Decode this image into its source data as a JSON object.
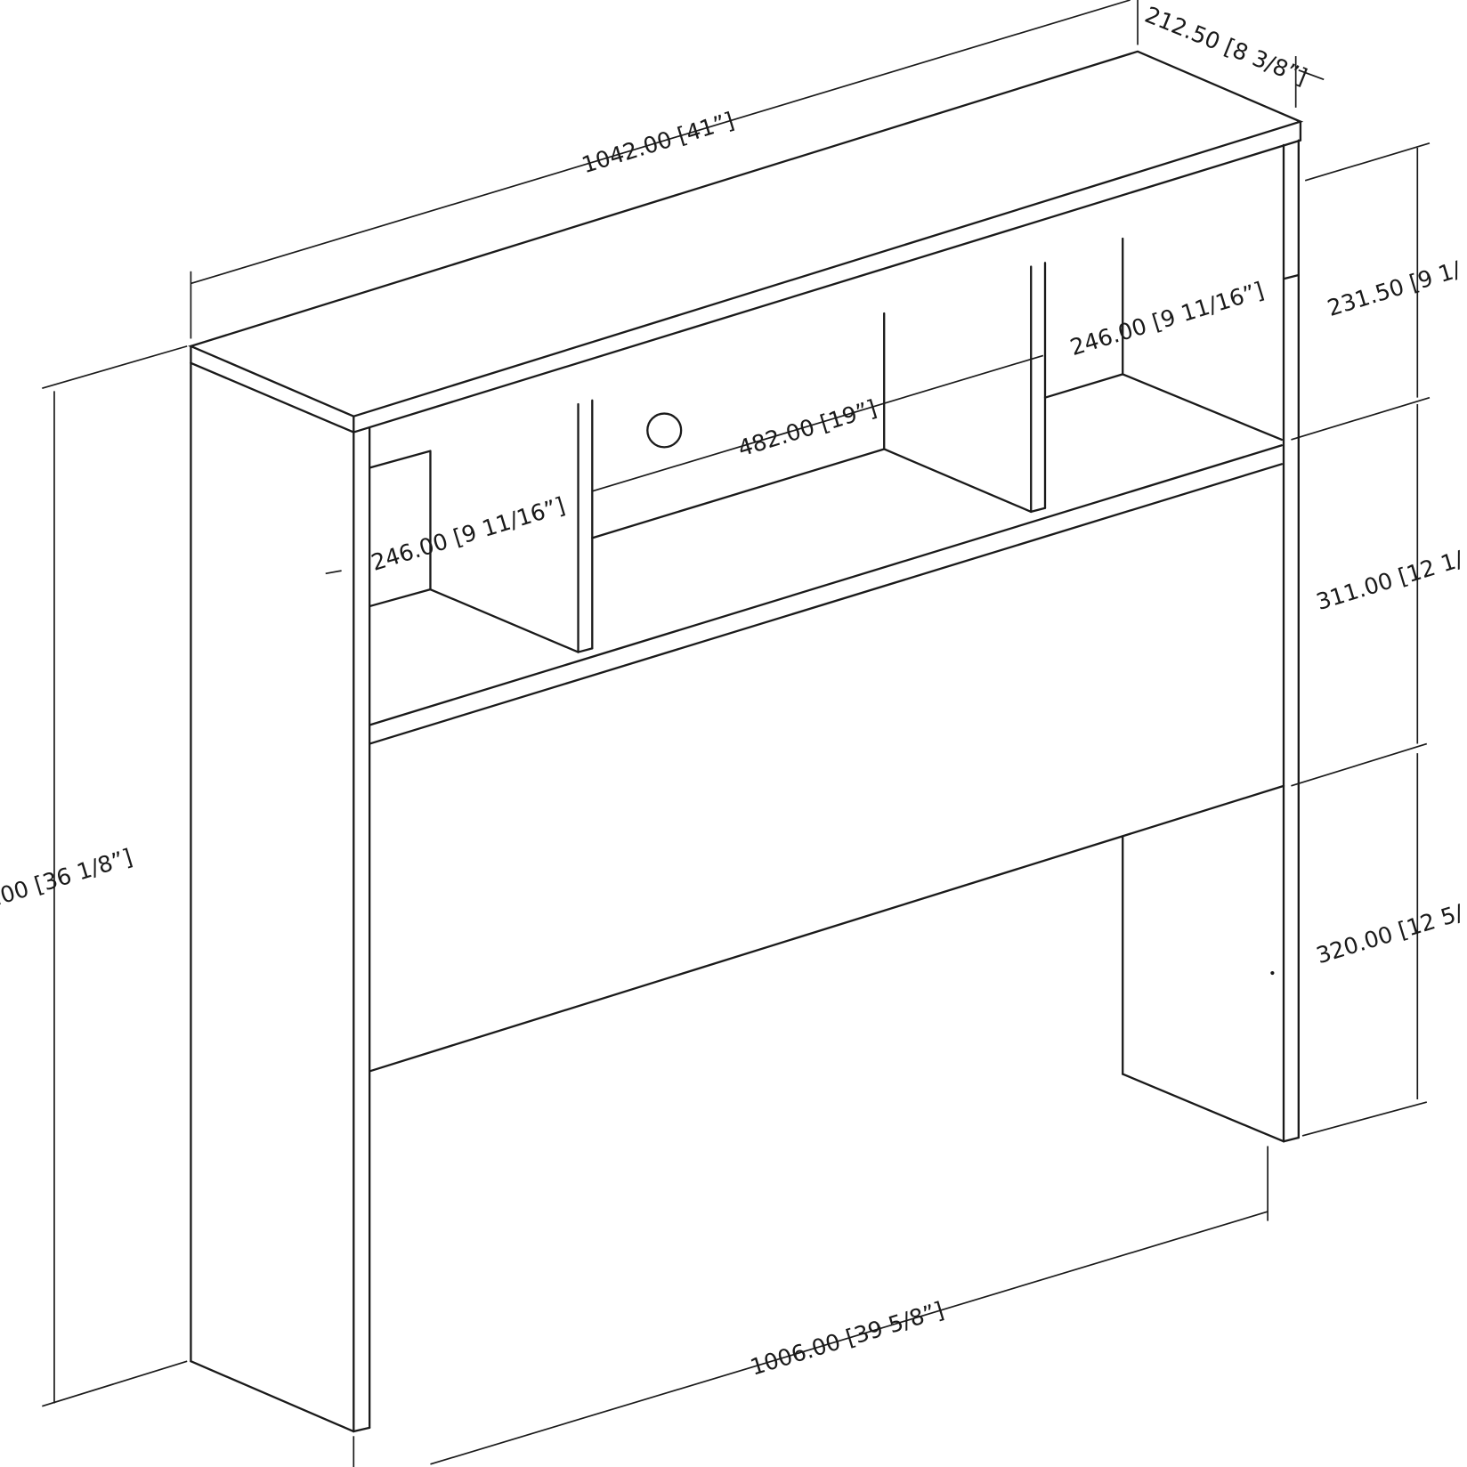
{
  "dimensions": {
    "overall_width": "1042.00 [41”]",
    "depth": "212.50 [8 3/8”]",
    "overall_height": ".00 [36 1/8”]",
    "inner_width": "1006.00 [39 5/8”]",
    "center_opening": "482.00 [19”]",
    "left_compartment": "246.00 [9 11/16”]",
    "right_compartment": "246.00 [9 11/16”]",
    "upper_height": "231.50 [9 1/",
    "middle_height": "311.00 [12 1/",
    "lower_height": "320.00 [12 5/"
  },
  "colors": {
    "line": "#1a1a1a",
    "background": "#ffffff"
  }
}
